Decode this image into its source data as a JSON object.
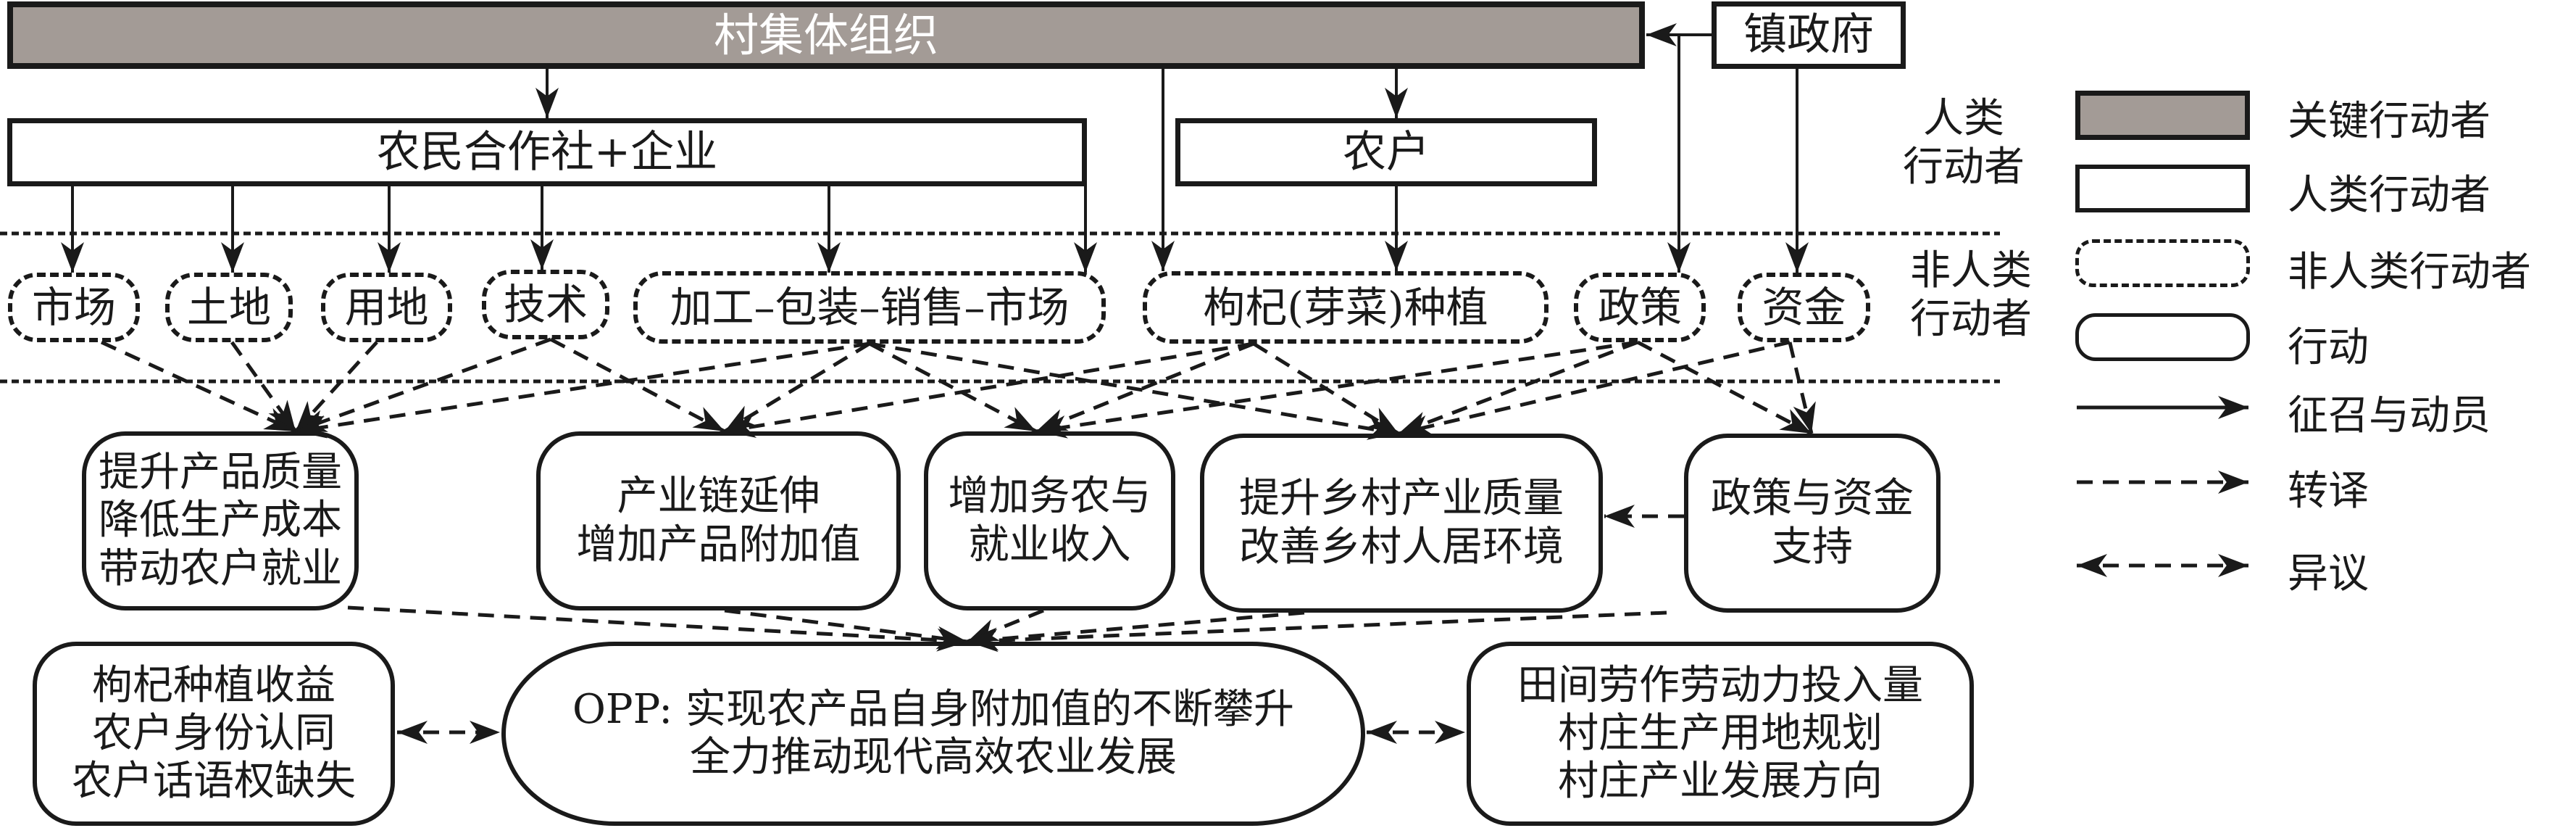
{
  "key_actor": {
    "label": "村集体组织"
  },
  "government": {
    "label": "镇政府"
  },
  "human_actors": {
    "cooperative": "农民合作社+企业",
    "farmers": "农户"
  },
  "side_labels": {
    "human": [
      "人类",
      "行动者"
    ],
    "nonhuman": [
      "非人类",
      "行动者"
    ]
  },
  "nonhuman_actors": [
    {
      "id": "market",
      "label": "市场"
    },
    {
      "id": "land",
      "label": "土地"
    },
    {
      "id": "landuse",
      "label": "用地"
    },
    {
      "id": "tech",
      "label": "技术"
    },
    {
      "id": "chain",
      "label": "加工–包装–销售–市场"
    },
    {
      "id": "goji",
      "label": "枸杞(芽菜)种植"
    },
    {
      "id": "policy",
      "label": "政策"
    },
    {
      "id": "fund",
      "label": "资金"
    }
  ],
  "actions": [
    {
      "id": "a1",
      "lines": [
        "提升产品质量",
        "降低生产成本",
        "带动农户就业"
      ]
    },
    {
      "id": "a2",
      "lines": [
        "产业链延伸",
        "增加产品附加值"
      ]
    },
    {
      "id": "a3",
      "lines": [
        "增加务农与",
        "就业收入"
      ]
    },
    {
      "id": "a4",
      "lines": [
        "提升乡村产业质量",
        "改善乡村人居环境"
      ]
    },
    {
      "id": "a5",
      "lines": [
        "政策与资金",
        "支持"
      ]
    }
  ],
  "bottom": {
    "left": {
      "lines": [
        "枸杞种植收益",
        "农户身份认同",
        "农户话语权缺失"
      ]
    },
    "opp": {
      "lines": [
        "OPP: 实现农产品自身附加值的不断攀升",
        "全力推动现代高效农业发展"
      ]
    },
    "right": {
      "lines": [
        "田间劳作劳动力投入量",
        "村庄生产用地规划",
        "村庄产业发展方向"
      ]
    }
  },
  "legend": {
    "key_actor": "关键行动者",
    "human_actor": "人类行动者",
    "nonhuman_actor": "非人类行动者",
    "action": "行动",
    "recruit": "征召与动员",
    "translation": "转译",
    "dissent": "异议"
  },
  "colors": {
    "key_fill": "#a39b96",
    "line": "#1a1a1a"
  }
}
